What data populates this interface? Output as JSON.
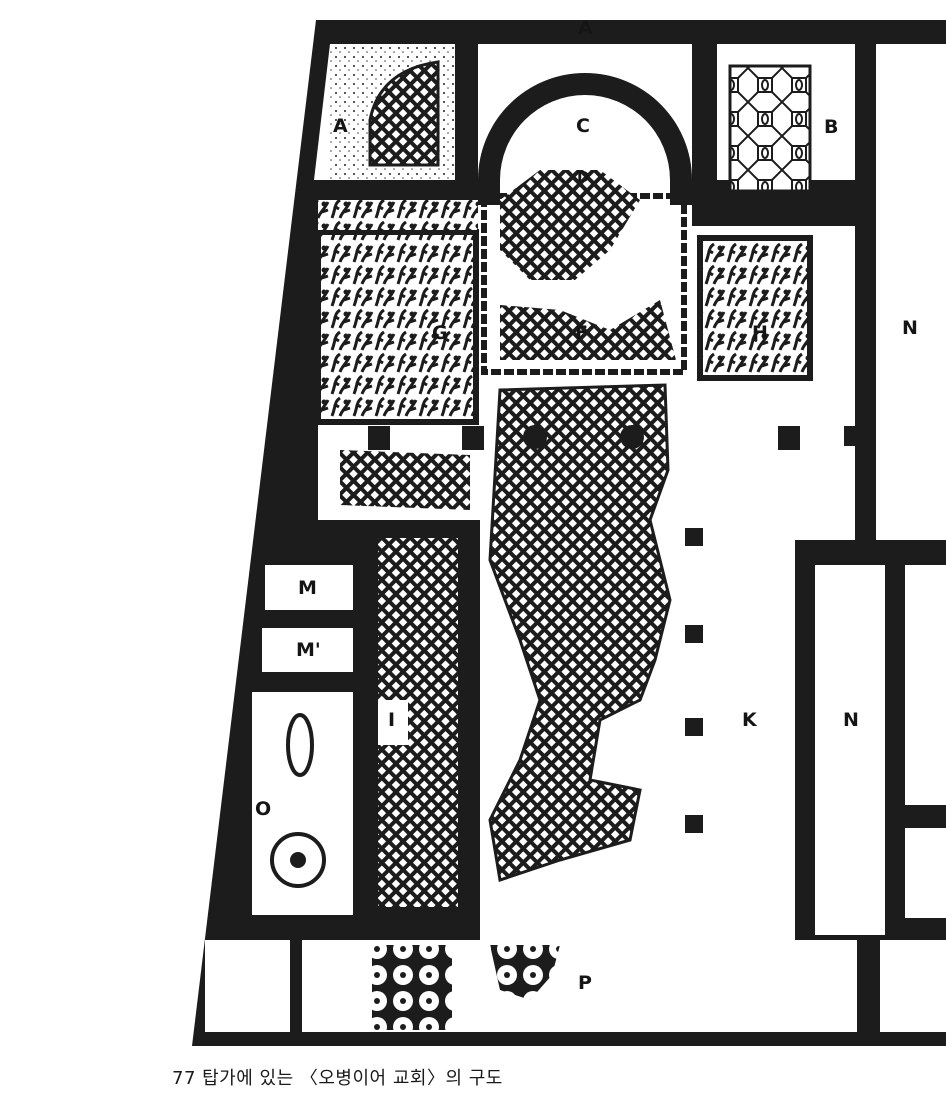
{
  "figure": {
    "caption": "77 탑가에 있는 〈오병이어 교회〉의 구도",
    "labels": [
      "A",
      "A",
      "C",
      "D",
      "B",
      "G",
      "F",
      "H",
      "N",
      "M",
      "M'",
      "I",
      "K",
      "N",
      "O",
      "P"
    ],
    "colors": {
      "ink": "#1c1c1c",
      "paper": "#ffffff"
    }
  }
}
